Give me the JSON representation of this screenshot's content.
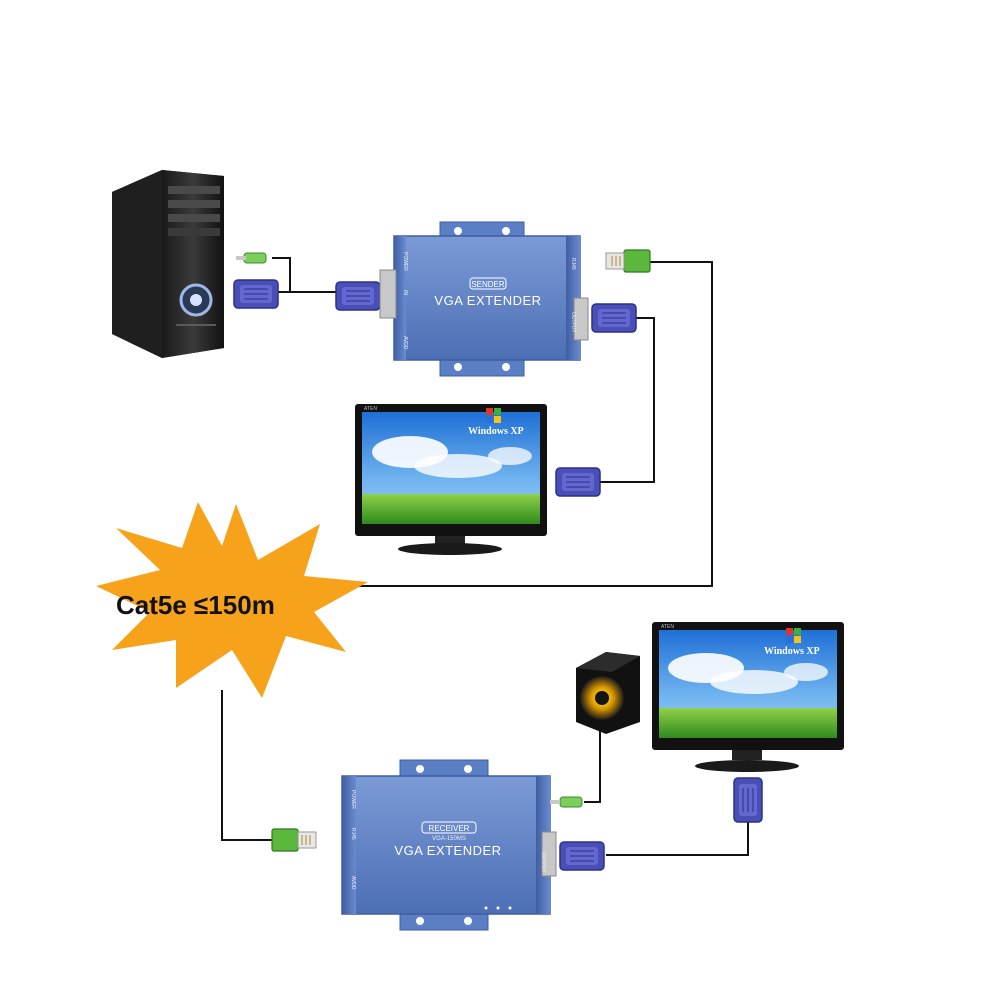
{
  "sender": {
    "tag": "SENDER",
    "title": "VGA EXTENDER",
    "port_power": "POWER",
    "port_rj45": "RJ45",
    "port_in": "IN",
    "port_output": "OUTPUT",
    "port_avdd": "AVDD"
  },
  "receiver": {
    "tag": "RECEIVER",
    "model": "VGA-150MS",
    "title": "VGA EXTENDER",
    "port_power": "POWER",
    "port_rj45": "RJ45",
    "port_output": "OUTPUT",
    "port_avdd": "AVDD"
  },
  "monitor_top": {
    "os_label": "Windows XP",
    "brand": "ATEN"
  },
  "monitor_bottom": {
    "os_label": "Windows XP",
    "brand": "ATEN"
  },
  "cable_label": "Cat5e ≤150m",
  "colors": {
    "extender_body": "#5b7fc4",
    "vga_connector": "#4a4fb8",
    "rj45_connector": "#5cb83c",
    "audio_plug": "#7ccf5a",
    "burst": "#f7a21b",
    "cable": "#111111"
  },
  "icons": [
    "desktop-pc-icon",
    "monitor-icon",
    "speaker-icon",
    "vga-connector-icon",
    "rj45-connector-icon",
    "audio-jack-icon"
  ]
}
